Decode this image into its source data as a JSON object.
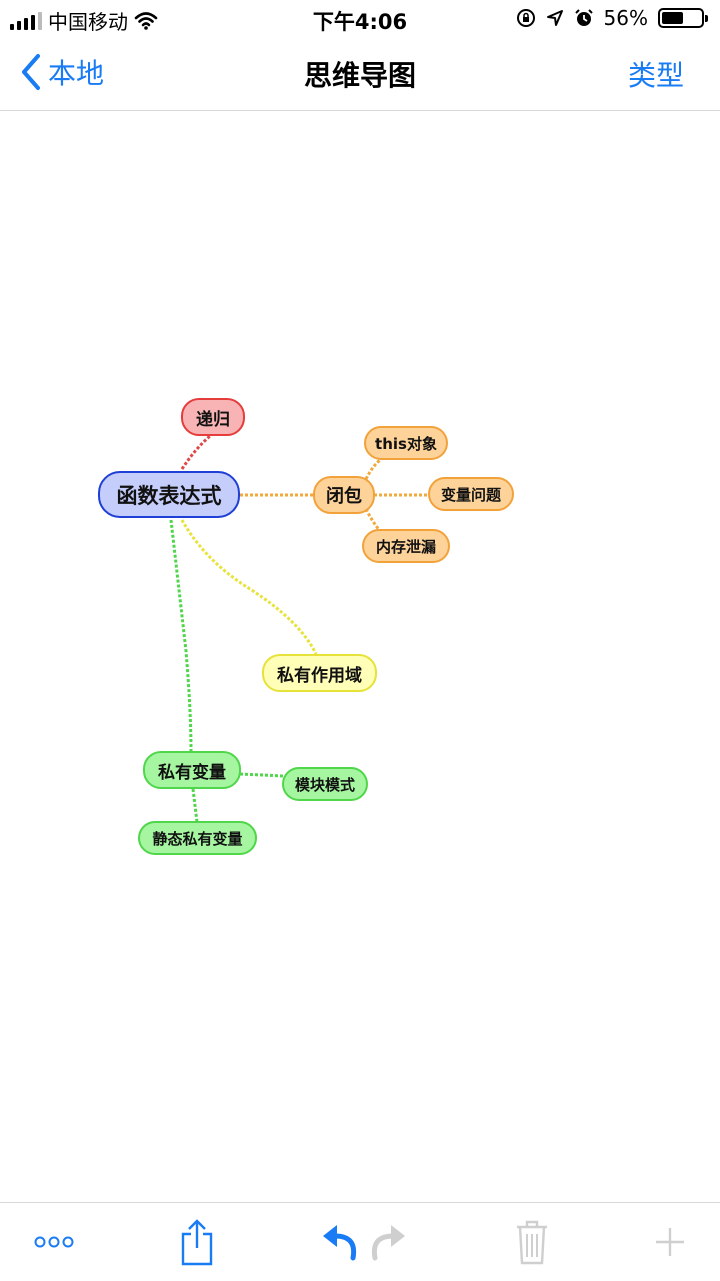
{
  "status_bar": {
    "carrier": "中国移动",
    "time": "下午4:06",
    "battery_percent": "56%",
    "battery_level": 0.56
  },
  "nav": {
    "back_label": "本地",
    "title": "思维导图",
    "right_label": "类型"
  },
  "mindmap": {
    "root": "函数表达式",
    "recursion": "递归",
    "closure": "闭包",
    "this_object": "this对象",
    "variable_issue": "变量问题",
    "memory_leak": "内存泄漏",
    "private_scope": "私有作用域",
    "private_variable": "私有变量",
    "module_pattern": "模块模式",
    "static_private_variable": "静态私有变量"
  },
  "colors": {
    "accent": "#1a7cf5",
    "root_fill": "#c5cdfb",
    "root_border": "#1f3fd6",
    "red_fill": "#f8b4b4",
    "red_border": "#e53c3c",
    "orange_fill": "#fdd39a",
    "orange_border": "#f2a23a",
    "yellow_fill": "#ffffb8",
    "yellow_border": "#e6e23a",
    "green_fill": "#a6f5a0",
    "green_border": "#4fd64a"
  },
  "toolbar": {
    "icons": [
      "more-icon",
      "share-icon",
      "undo-icon",
      "redo-icon",
      "trash-icon",
      "add-icon"
    ]
  }
}
